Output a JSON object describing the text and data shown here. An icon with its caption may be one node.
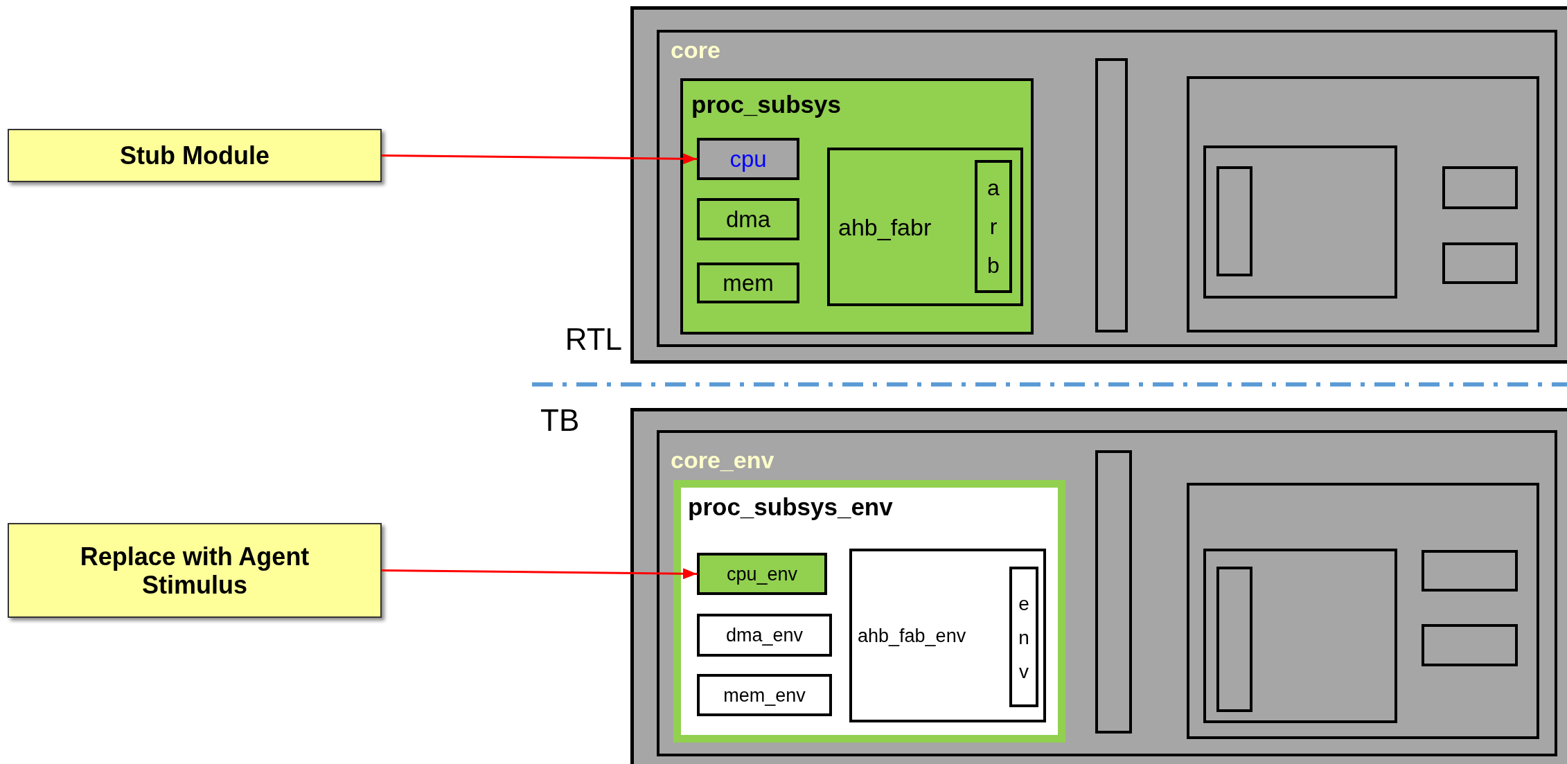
{
  "diagram": {
    "nodes": [
      {
        "text": [
          "Stub Module"
        ]
      },
      {
        "text": [],
        "shape": "box",
        "beside": [
          "RTL"
        ]
      },
      {
        "text": [
          "core"
        ],
        "in": 1
      },
      {
        "text": [
          "proc_subsys"
        ],
        "in": 2
      },
      {
        "text": [
          "cpu"
        ],
        "in": 3
      },
      {
        "text": [
          "dma"
        ],
        "in": 3
      },
      {
        "text": [
          "mem"
        ],
        "in": 3
      },
      {
        "text": [
          "ahb_fabr"
        ],
        "in": 3
      },
      {
        "text": [
          "arb"
        ],
        "in": 7
      },
      {
        "text": [],
        "shape": "box",
        "in": 2
      },
      {
        "text": [],
        "shape": "box",
        "in": 2
      },
      {
        "text": [],
        "shape": "box",
        "in": 10
      },
      {
        "text": [],
        "shape": "box",
        "in": 11
      },
      {
        "text": [],
        "shape": "box",
        "in": 10
      },
      {
        "text": [],
        "shape": "box",
        "in": 10
      },
      {
        "text": [
          "Replace with Agent Stimulus"
        ]
      },
      {
        "text": [],
        "shape": "box",
        "beside": [
          "TB"
        ]
      },
      {
        "text": [
          "core_env"
        ],
        "in": 16
      },
      {
        "text": [
          "proc_subsys_env"
        ],
        "in": 17
      },
      {
        "text": [
          "cpu_env"
        ],
        "in": 18
      },
      {
        "text": [
          "dma_env"
        ],
        "in": 18
      },
      {
        "text": [
          "mem_env"
        ],
        "in": 18
      },
      {
        "text": [
          "ahb_fab_env"
        ],
        "in": 18
      },
      {
        "text": [
          "env"
        ],
        "in": 22
      },
      {
        "text": [],
        "shape": "box",
        "in": 17
      },
      {
        "text": [],
        "shape": "box",
        "in": 17
      },
      {
        "text": [],
        "shape": "box",
        "in": 25
      },
      {
        "text": [],
        "shape": "box",
        "in": 26
      },
      {
        "text": [],
        "shape": "box",
        "in": 25
      },
      {
        "text": [],
        "shape": "box",
        "in": 25
      }
    ],
    "edges": [
      {
        "from": 0,
        "to": 4,
        "arrow": "to"
      },
      {
        "from": 15,
        "to": 19,
        "arrow": "to"
      }
    ]
  }
}
